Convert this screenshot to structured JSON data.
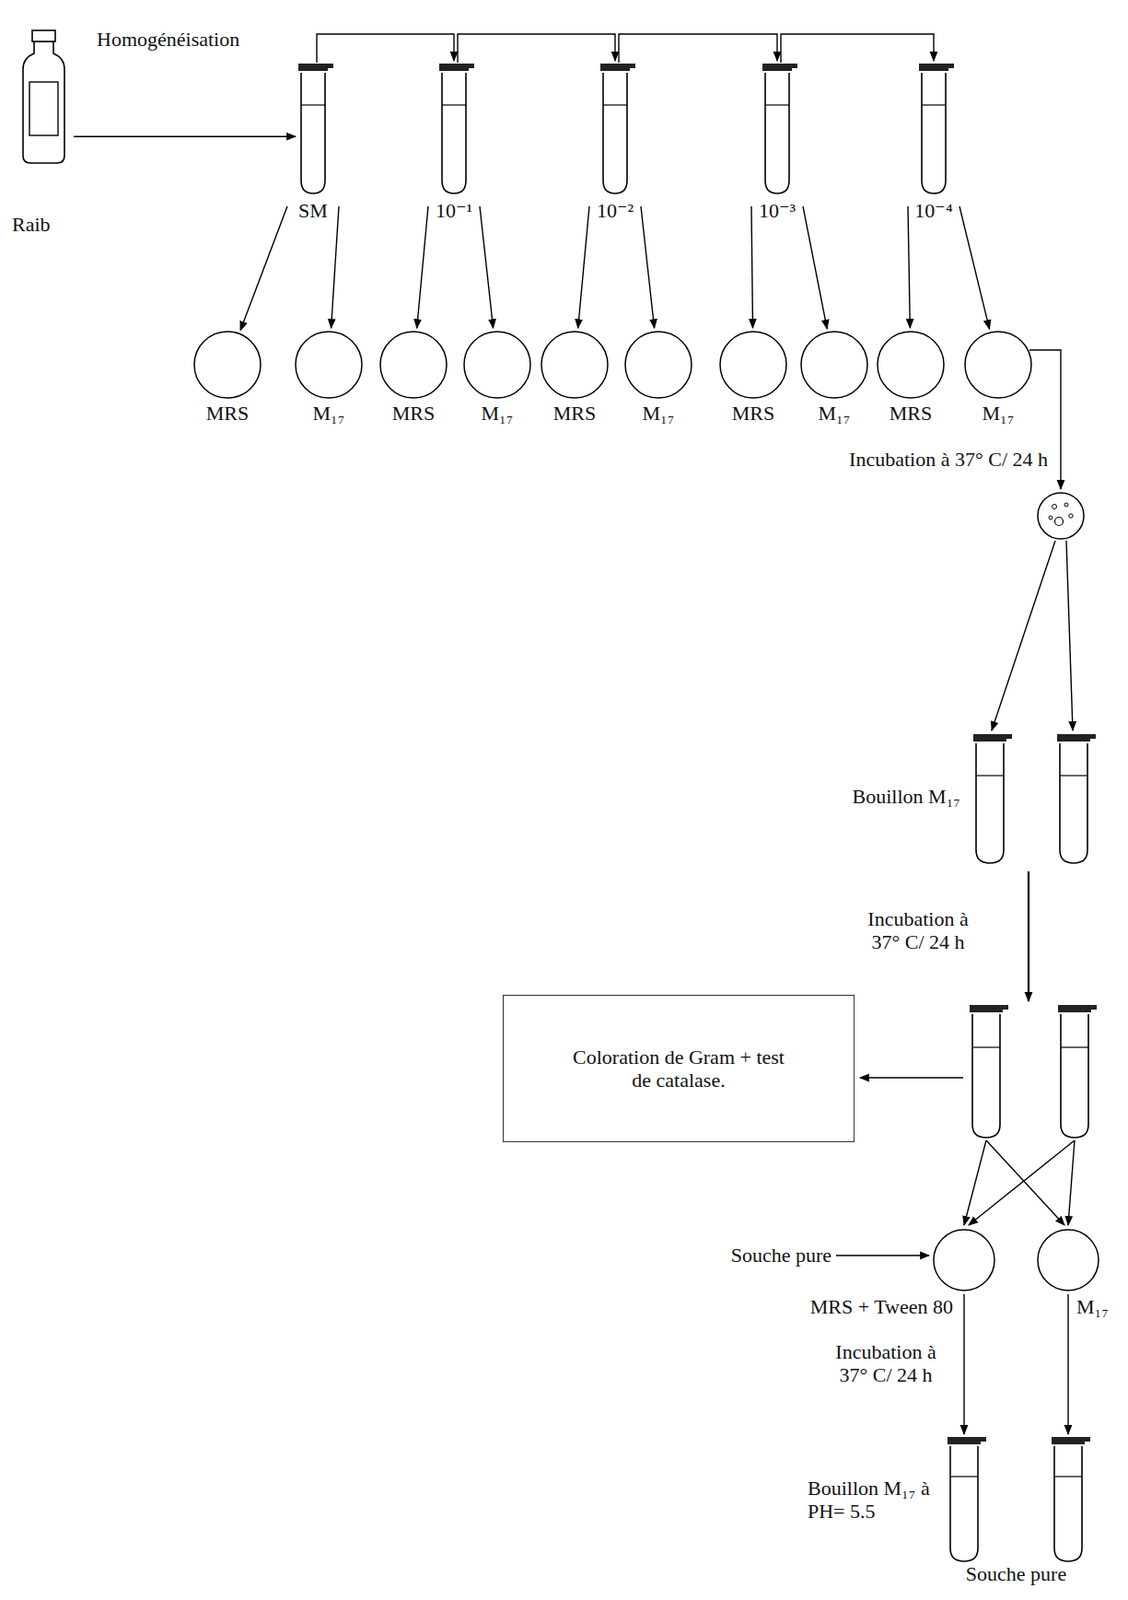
{
  "diagram": {
    "nodes": [
      {
        "text": [
          "Raib"
        ]
      },
      {
        "text": [
          "SM"
        ]
      },
      {
        "text": [
          "10⁻¹"
        ]
      },
      {
        "text": [
          "10⁻²"
        ]
      },
      {
        "text": [
          "10⁻³"
        ]
      },
      {
        "text": [
          "10⁻⁴"
        ]
      },
      {
        "text": [
          "MRS"
        ]
      },
      {
        "text": [
          "M₁₇"
        ]
      },
      {
        "text": [
          "MRS"
        ]
      },
      {
        "text": [
          "M₁₇"
        ]
      },
      {
        "text": [
          "MRS"
        ]
      },
      {
        "text": [
          "M₁₇"
        ]
      },
      {
        "text": [
          "MRS"
        ]
      },
      {
        "text": [
          "M₁₇"
        ]
      },
      {
        "text": [
          "MRS"
        ]
      },
      {
        "text": [
          "M₁₇"
        ]
      },
      {
        "text": [
          "Bouillon M₁₇"
        ]
      },
      {
        "text": [
          "Coloration de Gram + test de catalase."
        ]
      },
      {
        "text": [
          "MRS + Tween 80"
        ]
      },
      {
        "text": [
          "M₁₇"
        ]
      },
      {
        "text": [
          "Bouillon M₁₇ à PH= 5.5",
          "Souche pure"
        ]
      }
    ],
    "edges": [
      {
        "from": 0,
        "to": 1,
        "arrow": "to"
      },
      {
        "from": 1,
        "to": 2,
        "arrow": "to"
      },
      {
        "from": 2,
        "to": 3,
        "arrow": "to"
      },
      {
        "from": 3,
        "to": 4,
        "arrow": "to"
      },
      {
        "from": 4,
        "to": 5,
        "arrow": "to"
      },
      {
        "from": 1,
        "to": 6,
        "arrow": "to"
      },
      {
        "from": 1,
        "to": 7,
        "arrow": "to"
      },
      {
        "from": 2,
        "to": 8,
        "arrow": "to"
      },
      {
        "from": 2,
        "to": 9,
        "arrow": "to"
      },
      {
        "from": 3,
        "to": 10,
        "arrow": "to"
      },
      {
        "from": 3,
        "to": 11,
        "arrow": "to"
      },
      {
        "from": 4,
        "to": 12,
        "arrow": "to"
      },
      {
        "from": 4,
        "to": 13,
        "arrow": "to"
      },
      {
        "from": 5,
        "to": 14,
        "arrow": "to"
      },
      {
        "from": 5,
        "to": 15,
        "arrow": "to"
      },
      {
        "from": 18,
        "to": 20,
        "arrow": "to"
      },
      {
        "from": 19,
        "to": 20,
        "arrow": "to"
      }
    ],
    "labels": [
      "Homogénéisation",
      "Incubation à 37° C/ 24 h",
      "Incubation à 37° C/ 24 h",
      "Souche pure",
      "Incubation à 37° C/ 24 h"
    ]
  }
}
